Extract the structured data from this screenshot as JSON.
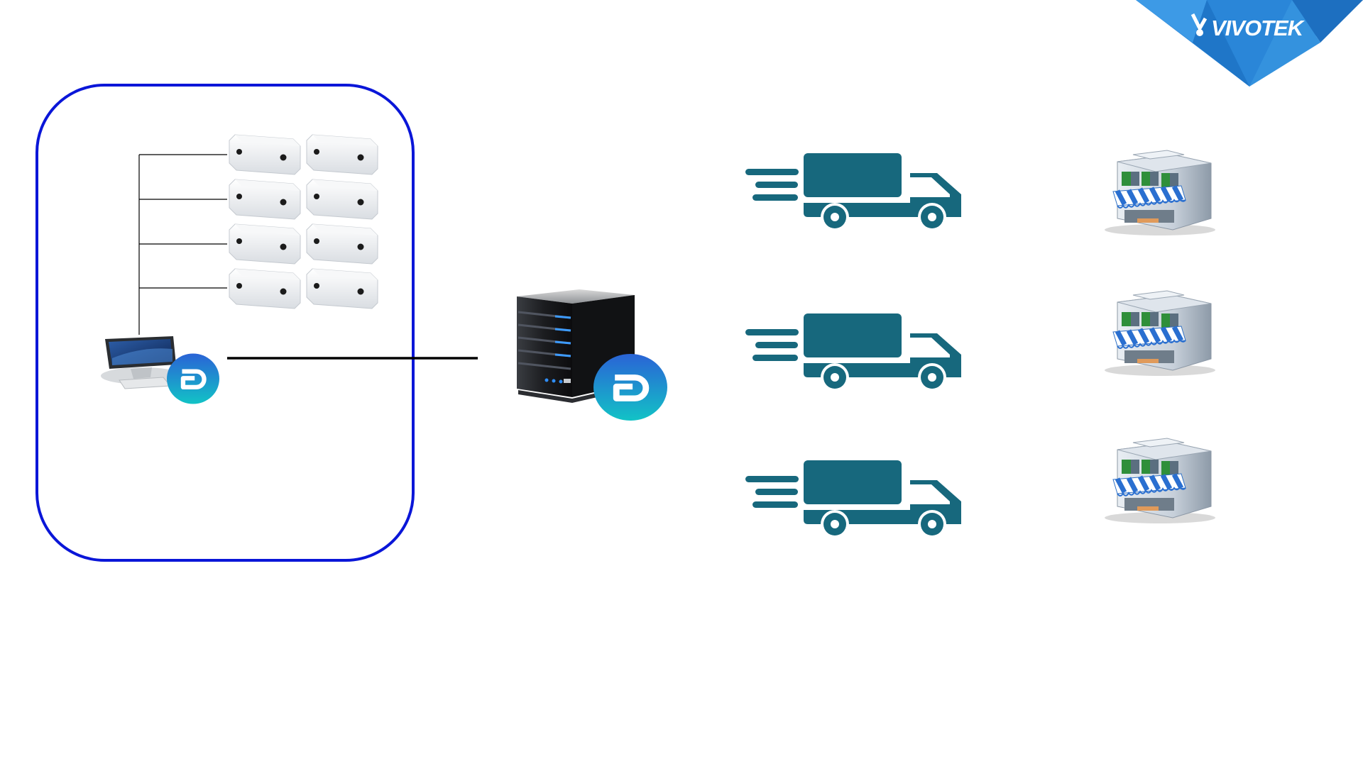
{
  "brand": {
    "name": "VIVOTEK",
    "logo_icon": "vivotek-logo-icon",
    "banner_colors": [
      "#1f77c9",
      "#2f8fe0",
      "#1a66b5"
    ]
  },
  "colors": {
    "site_border": "#0a16d8",
    "truck": "#17687d",
    "line": "#000000",
    "badge": "#0ea5c8"
  },
  "site": {
    "camera_icon": "people-counting-camera-icon",
    "camera_count": 8,
    "workstation_icon": "desktop-computer-icon",
    "badge_icon": "app-badge-icon"
  },
  "central": {
    "server_icon": "server-tower-icon",
    "badge_icon": "app-badge-icon"
  },
  "fleet": {
    "truck_icon": "delivery-truck-icon",
    "truck_count": 3
  },
  "stores": {
    "store_icon": "storefront-icon",
    "store_count": 3
  }
}
